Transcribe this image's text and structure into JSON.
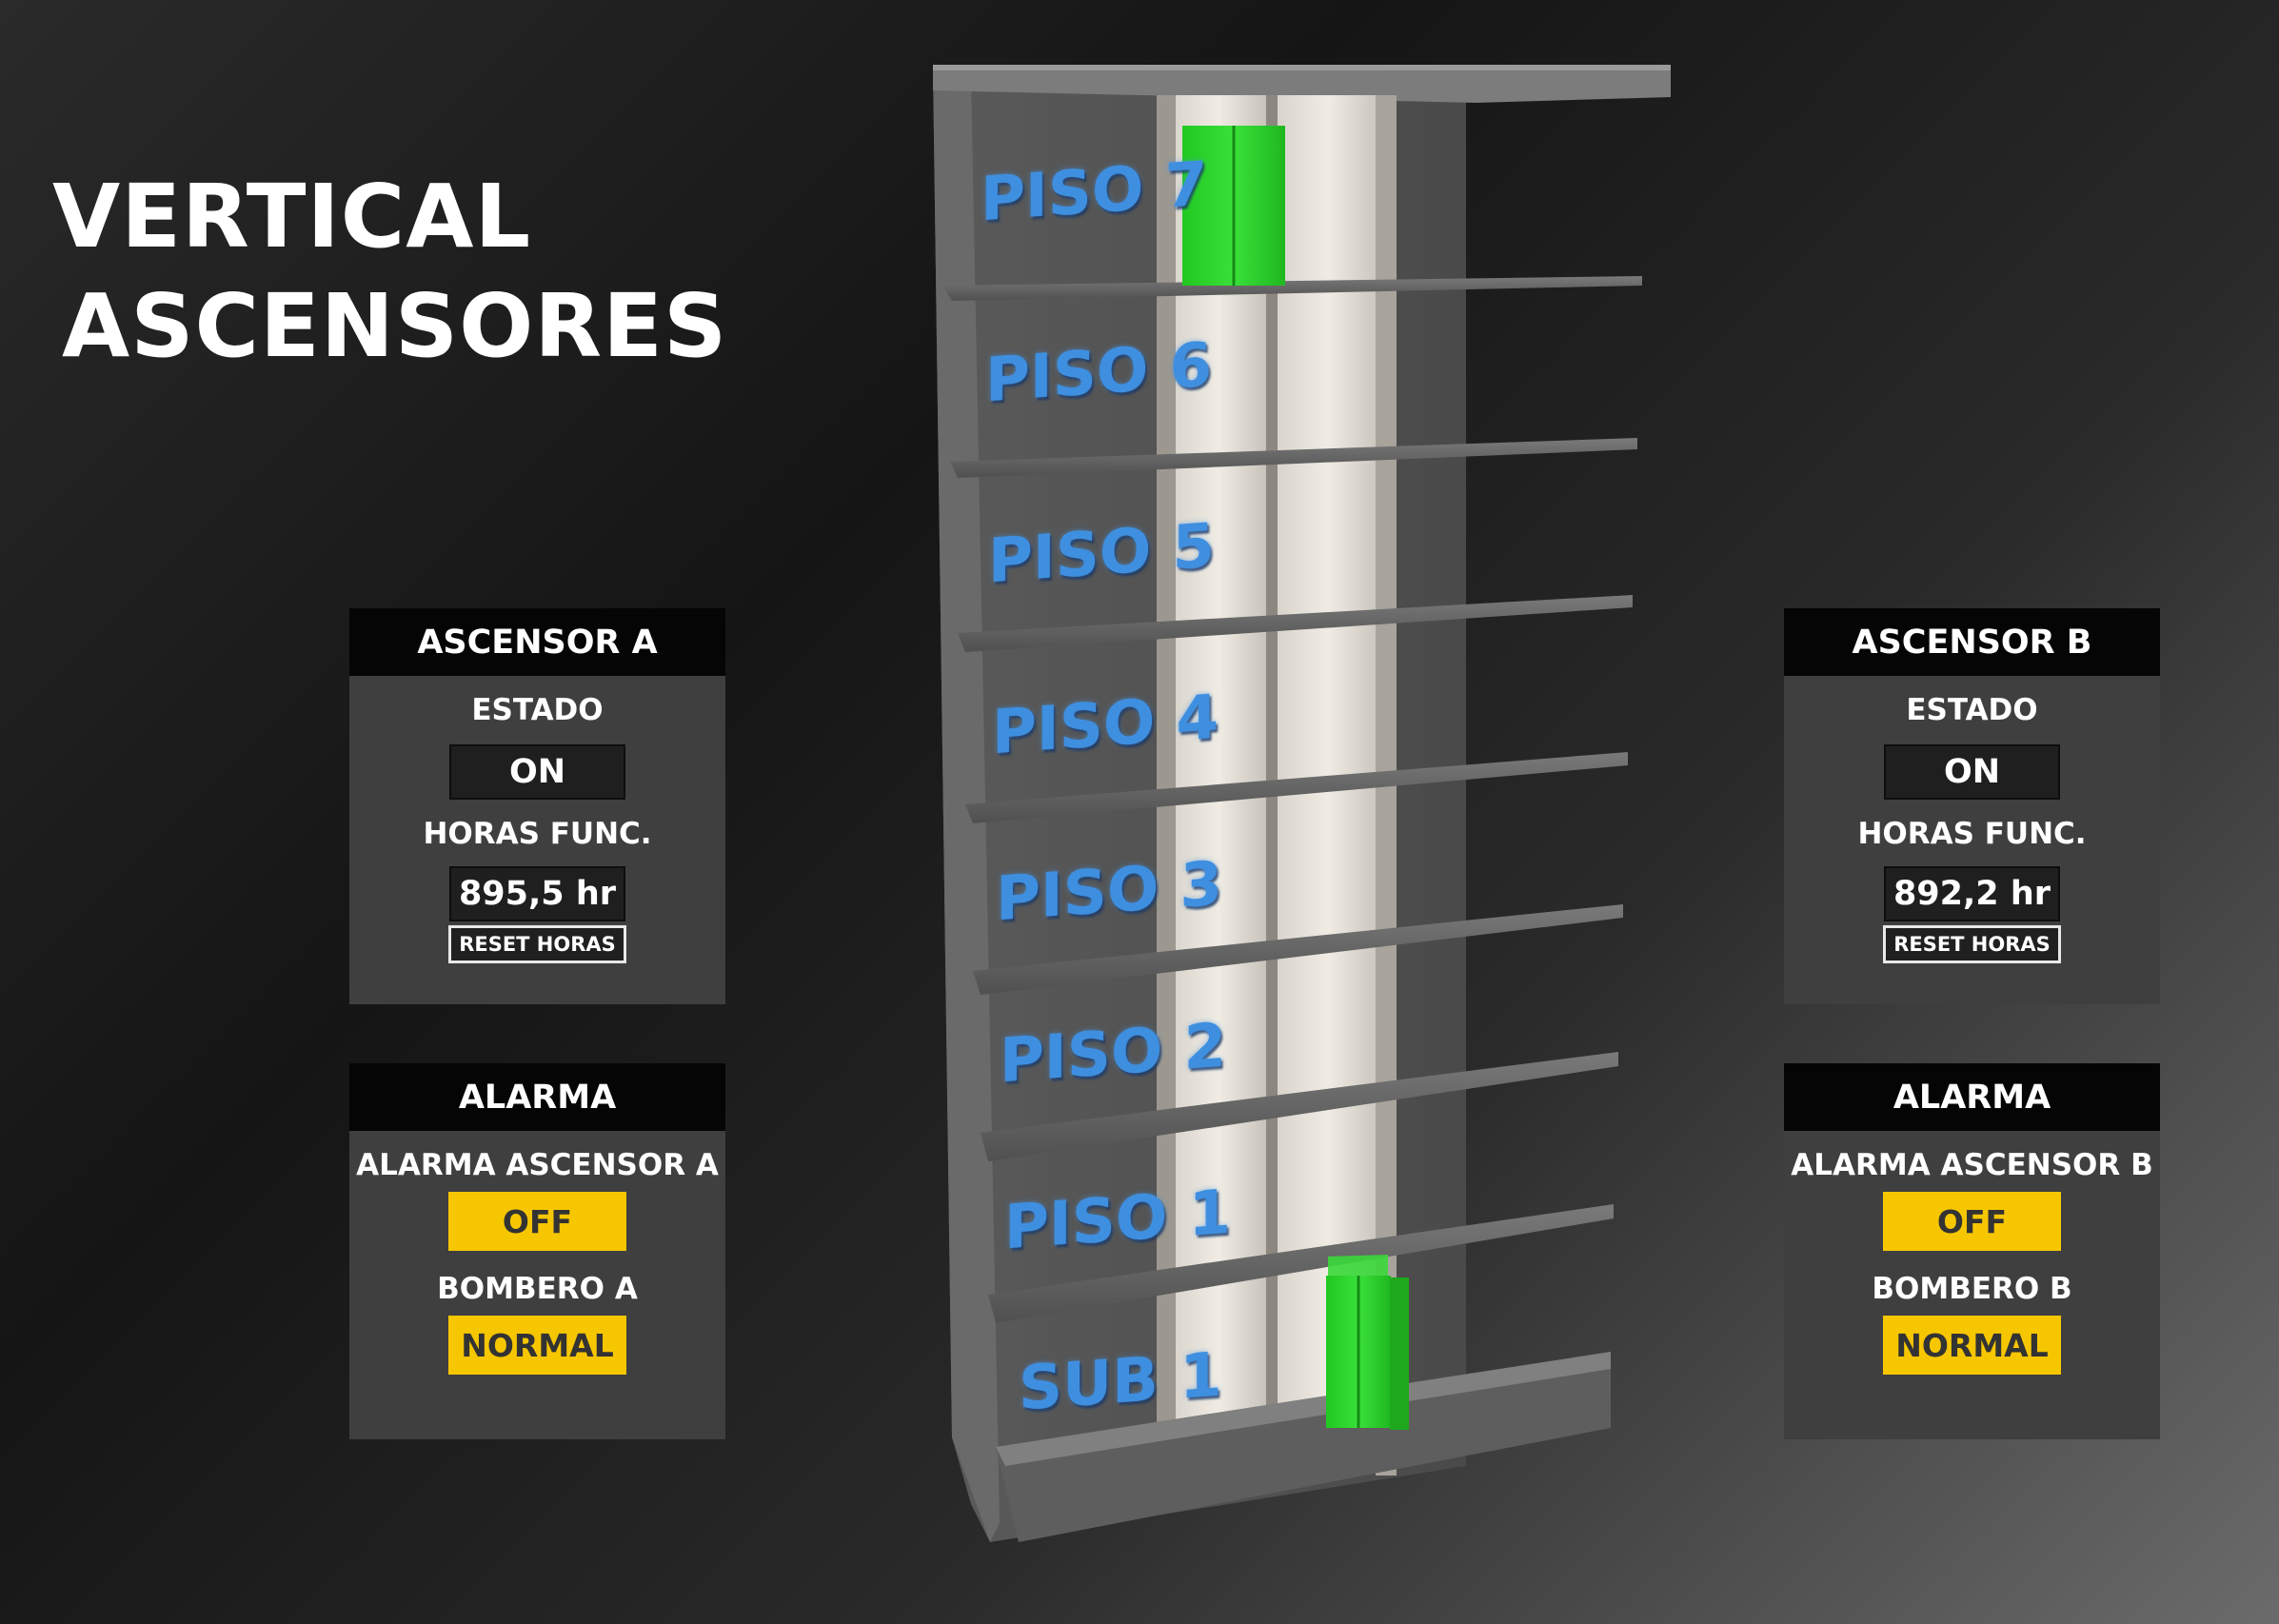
{
  "title": {
    "line1": "VERTICAL",
    "line2": "ASCENSORES"
  },
  "elevator_a": {
    "header": "ASCENSOR A",
    "estado_label": "ESTADO",
    "estado_value": "ON",
    "horas_label": "HORAS FUNC.",
    "horas_value": "895,5 hr",
    "reset_label": "RESET HORAS",
    "current_floor": "PISO 7"
  },
  "elevator_b": {
    "header": "ASCENSOR B",
    "estado_label": "ESTADO",
    "estado_value": "ON",
    "horas_label": "HORAS FUNC.",
    "horas_value": "892,2 hr",
    "reset_label": "RESET HORAS",
    "current_floor": "SUB 1"
  },
  "alarm_a": {
    "header": "ALARMA",
    "alarm_label": "ALARMA ASCENSOR A",
    "alarm_value": "OFF",
    "bombero_label": "BOMBERO A",
    "bombero_value": "NORMAL"
  },
  "alarm_b": {
    "header": "ALARMA",
    "alarm_label": "ALARMA ASCENSOR B",
    "alarm_value": "OFF",
    "bombero_label": "BOMBERO B",
    "bombero_value": "NORMAL"
  },
  "floors": [
    "PISO 7",
    "PISO 6",
    "PISO 5",
    "PISO 4",
    "PISO 3",
    "PISO 2",
    "PISO 1",
    "SUB 1"
  ],
  "colors": {
    "elevator_car": "#2fd62f",
    "floor_label": "#3f8fe0",
    "status_yellow": "#f6c600",
    "header_black": "#050505",
    "panel_gray": "#3f3f3f"
  }
}
